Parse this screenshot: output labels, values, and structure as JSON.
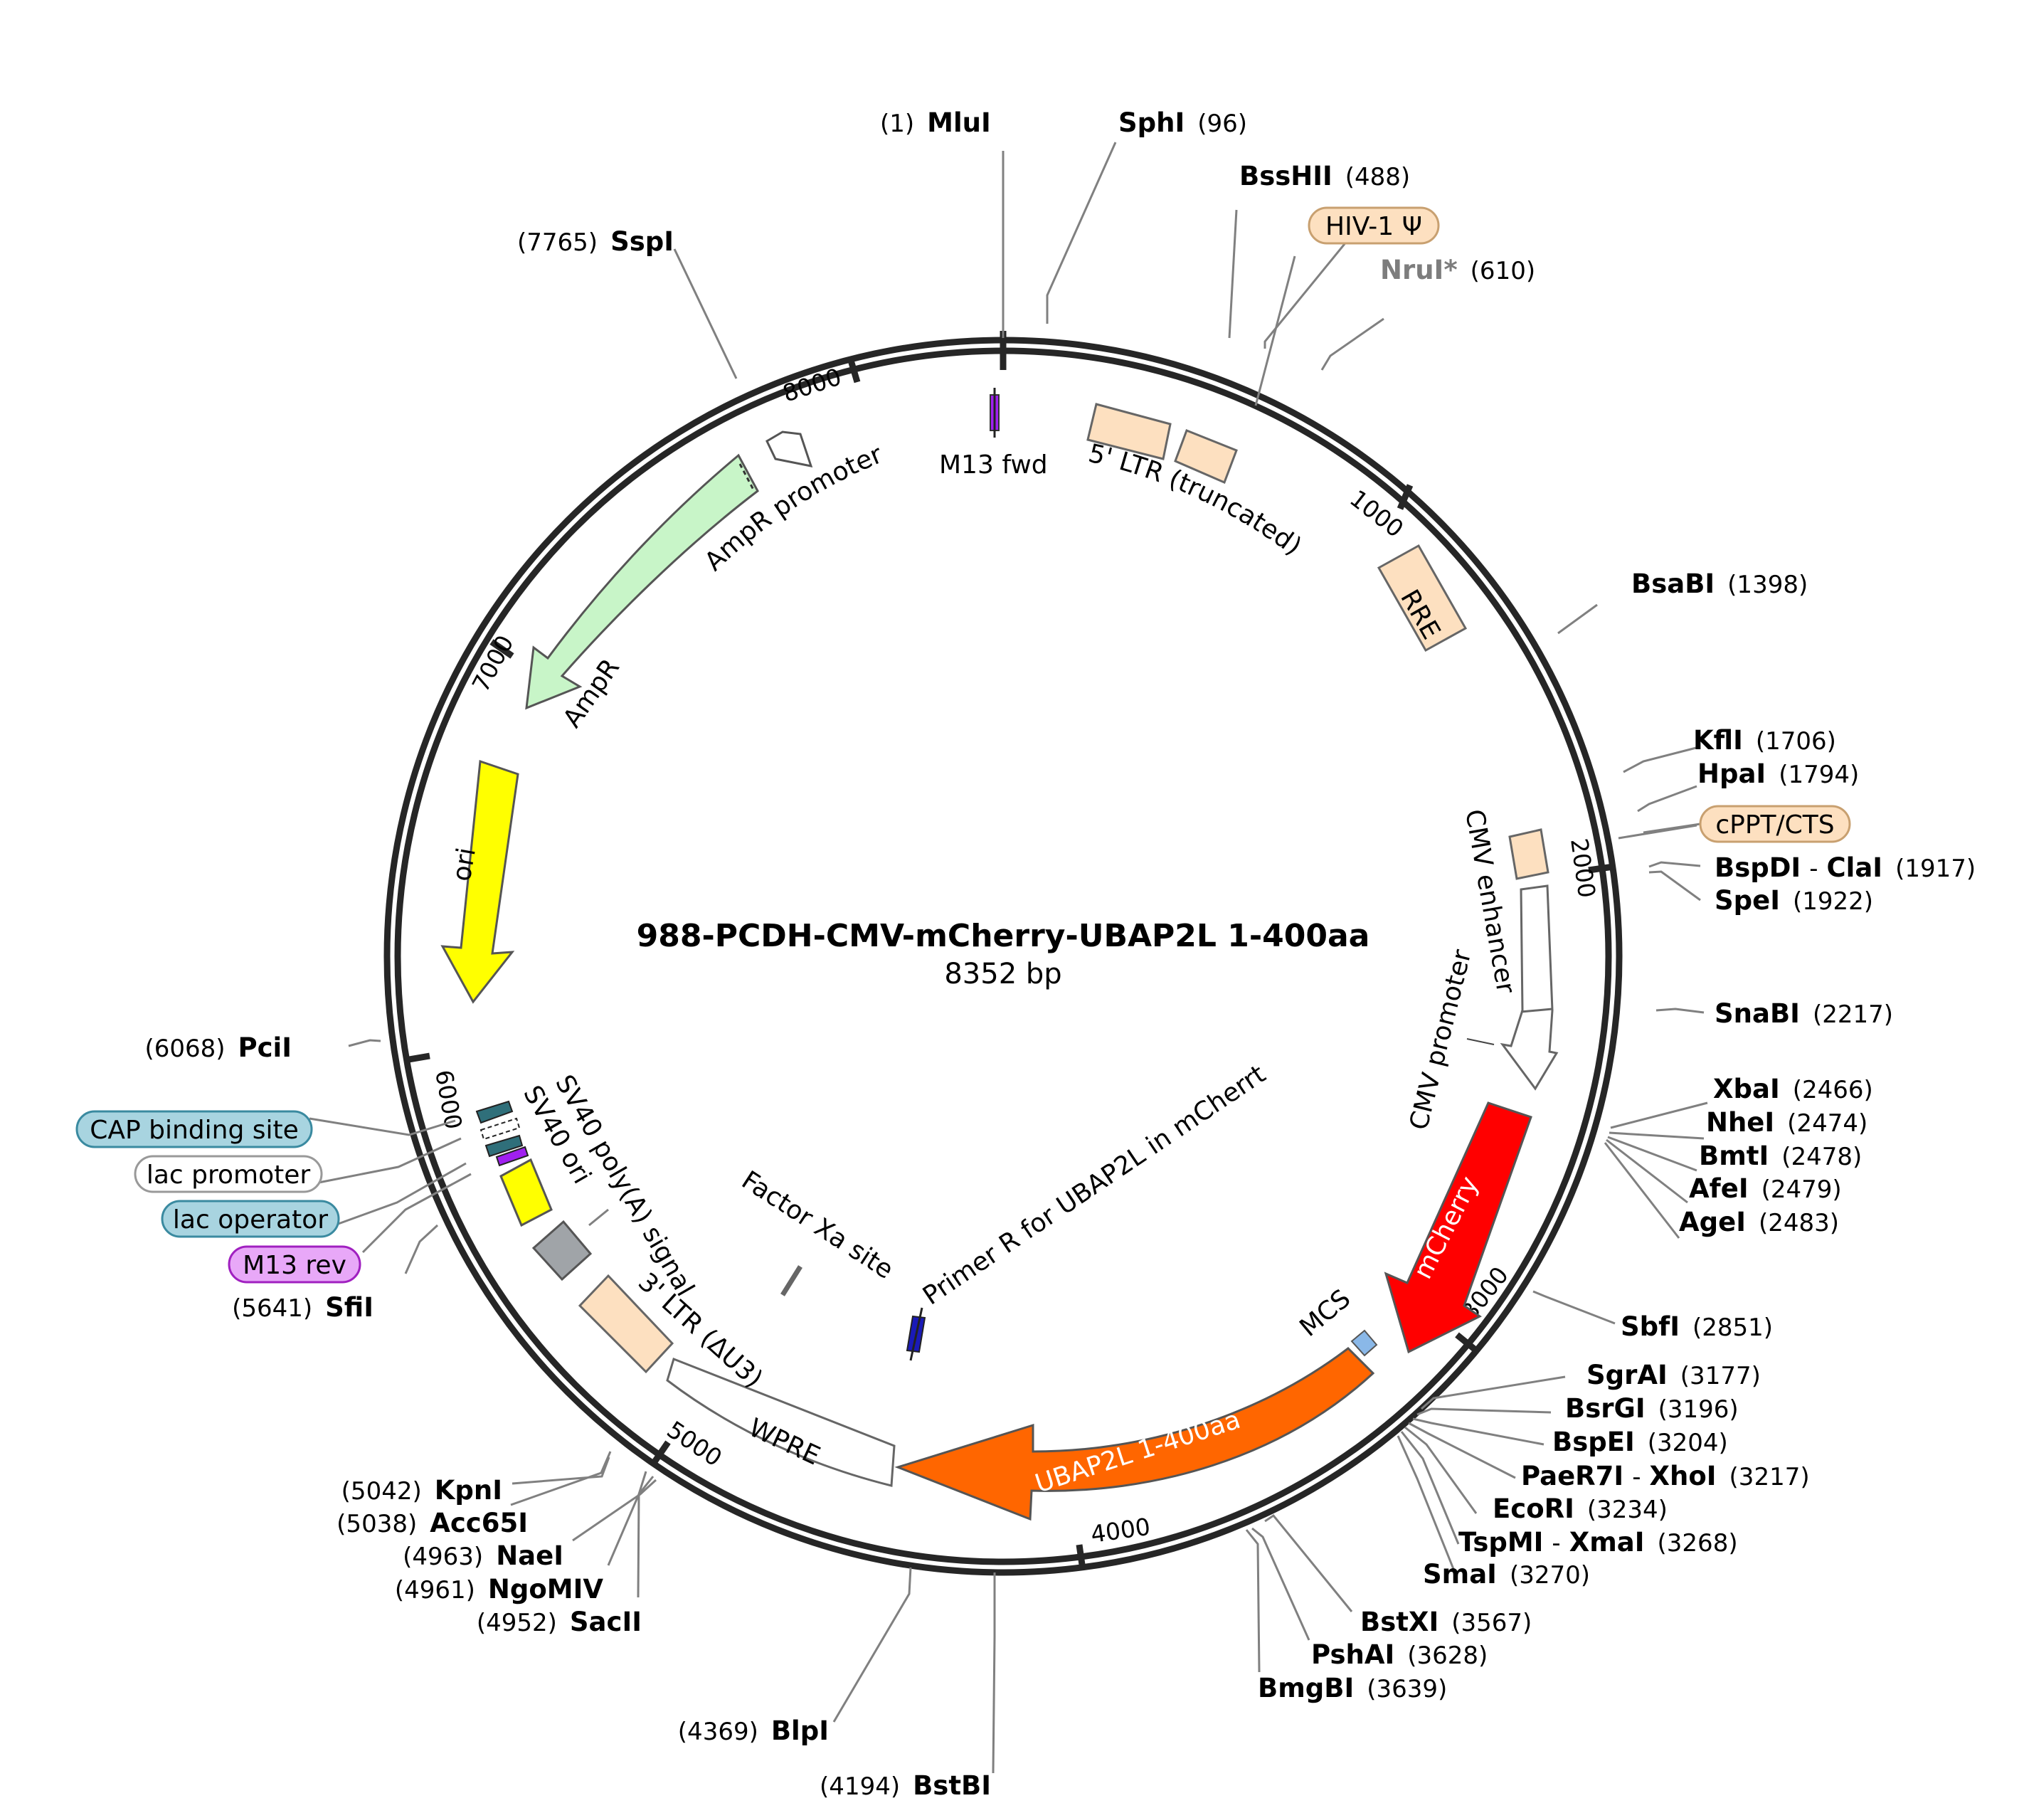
{
  "map": {
    "name": "988-PCDH-CMV-mCherry-UBAP2L 1-400aa",
    "length_label": "8352 bp",
    "ticks": [
      "1000",
      "2000",
      "3000",
      "4000",
      "5000",
      "6000",
      "7000",
      "8000"
    ]
  },
  "sites": [
    {
      "name": "MluI",
      "pos": "(1)"
    },
    {
      "name": "SphI",
      "pos": "(96)"
    },
    {
      "name": "BssHII",
      "pos": "(488)"
    },
    {
      "name": "NruI*",
      "pos": "(610)"
    },
    {
      "name": "BsaBI",
      "pos": "(1398)"
    },
    {
      "name": "KflI",
      "pos": "(1706)"
    },
    {
      "name": "HpaI",
      "pos": "(1794)"
    },
    {
      "name": "BspDI",
      "name2": "ClaI",
      "sep": "-",
      "pos": "(1917)"
    },
    {
      "name": "SpeI",
      "pos": "(1922)"
    },
    {
      "name": "SnaBI",
      "pos": "(2217)"
    },
    {
      "name": "XbaI",
      "pos": "(2466)"
    },
    {
      "name": "NheI",
      "pos": "(2474)"
    },
    {
      "name": "BmtI",
      "pos": "(2478)"
    },
    {
      "name": "AfeI",
      "pos": "(2479)"
    },
    {
      "name": "AgeI",
      "pos": "(2483)"
    },
    {
      "name": "SbfI",
      "pos": "(2851)"
    },
    {
      "name": "SgrAI",
      "pos": "(3177)"
    },
    {
      "name": "BsrGI",
      "pos": "(3196)"
    },
    {
      "name": "BspEI",
      "pos": "(3204)"
    },
    {
      "name": "PaeR7I",
      "name2": "XhoI",
      "sep": "-",
      "pos": "(3217)"
    },
    {
      "name": "EcoRI",
      "pos": "(3234)"
    },
    {
      "name": "TspMI",
      "name2": "XmaI",
      "sep": "-",
      "pos": "(3268)"
    },
    {
      "name": "SmaI",
      "pos": "(3270)"
    },
    {
      "name": "BstXI",
      "pos": "(3567)"
    },
    {
      "name": "PshAI",
      "pos": "(3628)"
    },
    {
      "name": "BmgBI",
      "pos": "(3639)"
    },
    {
      "name": "BstBI",
      "pos": "(4194)"
    },
    {
      "name": "BlpI",
      "pos": "(4369)"
    },
    {
      "name": "SacII",
      "pos": "(4952)"
    },
    {
      "name": "NgoMIV",
      "pos": "(4961)"
    },
    {
      "name": "NaeI",
      "pos": "(4963)"
    },
    {
      "name": "Acc65I",
      "pos": "(5038)"
    },
    {
      "name": "KpnI",
      "pos": "(5042)"
    },
    {
      "name": "SfiI",
      "pos": "(5641)"
    },
    {
      "name": "PciI",
      "pos": "(6068)"
    },
    {
      "name": "SspI",
      "pos": "(7765)"
    }
  ],
  "boxed_labels": {
    "hiv": "HIV-1 Ψ",
    "cppt": "cPPT/CTS",
    "cap": "CAP binding site",
    "lacp": "lac promoter",
    "laco": "lac operator",
    "m13rev": "M13 rev"
  },
  "features": {
    "m13fwd": "M13 fwd",
    "ltr5": "5' LTR (truncated)",
    "rre": "RRE",
    "cmv_enh": "CMV enhancer",
    "cmv_prom": "CMV promoter",
    "mcherry": "mCherry",
    "mcs": "MCS",
    "ubap2l": "UBAP2L 1-400aa",
    "wpre": "WPRE",
    "ltr3": "3' LTR (ΔU3)",
    "sv40pa": "SV40 poly(A) signal",
    "sv40ori": "SV40 ori",
    "ori": "ori",
    "ampr": "AmpR",
    "ampr_prom": "AmpR promoter",
    "factorxa": "Factor Xa site",
    "primer": "Primer R for UBAP2L in mCherrt"
  },
  "colors": {
    "backbone": "#262626",
    "ltr": "#fde0c0",
    "mcherry": "#ff0000",
    "ubap2l": "#ff6600",
    "ampr": "#c8f5c8",
    "ori": "#ffff00",
    "hiv_box": "#fde0c0",
    "cap_box": "#a8d4e0",
    "m13rev_box": "#e8a8f8"
  }
}
